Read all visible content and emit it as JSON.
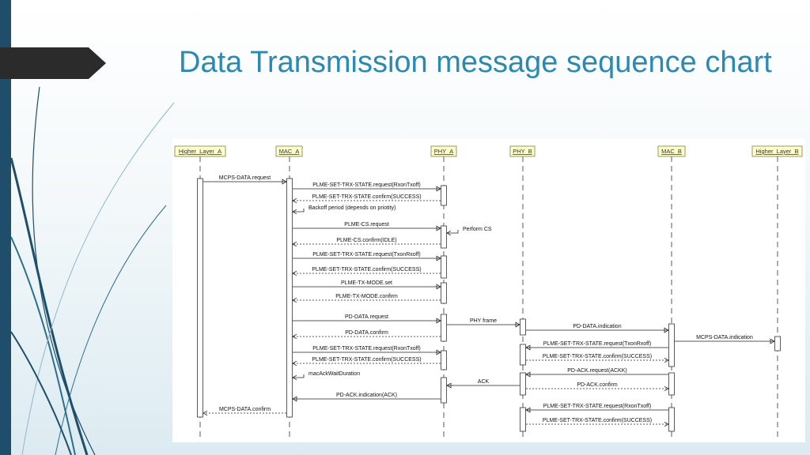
{
  "slide": {
    "title": "Data Transmission message sequence chart"
  },
  "diagram": {
    "lifelines": [
      {
        "id": "hla",
        "label": "Higher_Layer_A"
      },
      {
        "id": "maca",
        "label": "MAC_A"
      },
      {
        "id": "phya",
        "label": "PHY_A"
      },
      {
        "id": "phyb",
        "label": "PHY_B"
      },
      {
        "id": "macb",
        "label": "MAC_B"
      },
      {
        "id": "hlb",
        "label": "Higher_Layer_B"
      }
    ],
    "messages": [
      {
        "from": "hla",
        "to": "maca",
        "label": "MCPS-DATA.request",
        "style": "solid"
      },
      {
        "from": "maca",
        "to": "phya",
        "label": "PLME-SET-TRX-STATE.request(RxonTxoff)",
        "style": "solid"
      },
      {
        "from": "phya",
        "to": "maca",
        "label": "PLME-SET-TRX-STATE.confirm(SUCCESS)",
        "style": "dashed"
      },
      {
        "from": "maca",
        "to": "maca",
        "label": "Backoff period (depends on priotity)",
        "style": "self"
      },
      {
        "from": "maca",
        "to": "phya",
        "label": "PLME-CS.request",
        "style": "solid"
      },
      {
        "from": "phya",
        "to": "phya",
        "label": "Perform CS",
        "style": "self"
      },
      {
        "from": "phya",
        "to": "maca",
        "label": "PLME-CS.confirm(IDLE)",
        "style": "dashed"
      },
      {
        "from": "maca",
        "to": "phya",
        "label": "PLME-SET-TRX-STATE.request(TxonRxoff)",
        "style": "solid"
      },
      {
        "from": "phya",
        "to": "maca",
        "label": "PLME-SET-TRX-STATE.confirm(SUCCESS)",
        "style": "dashed"
      },
      {
        "from": "maca",
        "to": "phya",
        "label": "PLME-TX-MODE.set",
        "style": "solid"
      },
      {
        "from": "phya",
        "to": "maca",
        "label": "PLME-TX-MODE.confirm",
        "style": "dashed"
      },
      {
        "from": "maca",
        "to": "phya",
        "label": "PD-DATA.request",
        "style": "solid"
      },
      {
        "from": "phya",
        "to": "phyb",
        "label": "PHY frame",
        "style": "solid"
      },
      {
        "from": "phyb",
        "to": "macb",
        "label": "PD-DATA.indication",
        "style": "solid"
      },
      {
        "from": "phya",
        "to": "maca",
        "label": "PD-DATA.confirm",
        "style": "dashed"
      },
      {
        "from": "macb",
        "to": "hlb",
        "label": "MCPS-DATA.indication",
        "style": "solid"
      },
      {
        "from": "macb",
        "to": "phyb",
        "label": "PLME-SET-TRX-STATE.request(TxonRxoff)",
        "style": "solid"
      },
      {
        "from": "maca",
        "to": "phya",
        "label": "PLME-SET-TRX-STATE.request(RxonTxoff)",
        "style": "solid"
      },
      {
        "from": "phyb",
        "to": "macb",
        "label": "PLME-SET-TRX-STATE.confirm(SUCCESS)",
        "style": "dashed"
      },
      {
        "from": "phya",
        "to": "maca",
        "label": "PLME-SET-TRX-STATE.confirm(SUCCESS)",
        "style": "dashed"
      },
      {
        "from": "macb",
        "to": "phyb",
        "label": "PD-ACK.request(ACKK)",
        "style": "solid"
      },
      {
        "from": "maca",
        "to": "maca",
        "label": "macAckWaitDuration",
        "style": "self"
      },
      {
        "from": "phyb",
        "to": "phya",
        "label": "ACK",
        "style": "solid"
      },
      {
        "from": "phyb",
        "to": "macb",
        "label": "PD-ACK.confirm",
        "style": "dashed"
      },
      {
        "from": "phya",
        "to": "maca",
        "label": "PD-ACK.indication(ACK)",
        "style": "solid"
      },
      {
        "from": "maca",
        "to": "hla",
        "label": "MCPS-DATA.confirm",
        "style": "dashed"
      },
      {
        "from": "macb",
        "to": "phyb",
        "label": "PLME-SET-TRX-STATE.request(RxonTxoff)",
        "style": "solid"
      },
      {
        "from": "phyb",
        "to": "macb",
        "label": "PLME-SET-TRX-STATE.confirm(SUCCESS)",
        "style": "dashed"
      }
    ]
  },
  "colors": {
    "title": "#2a8ab2",
    "accent_bar": "#1f4e6b",
    "header_fill": "#ffffcc"
  }
}
